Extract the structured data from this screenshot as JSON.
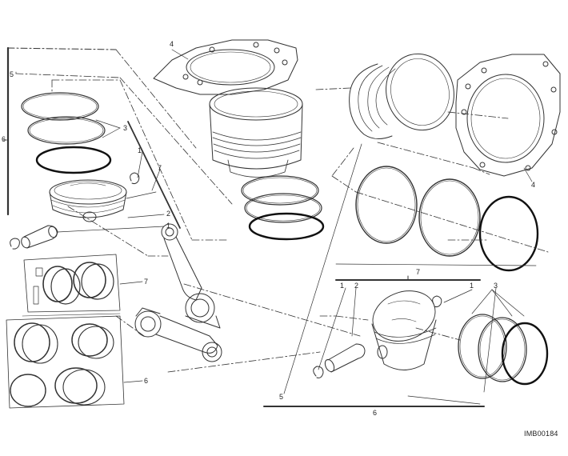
{
  "diagram": {
    "code": "IMB00184",
    "callouts": {
      "c1": "1",
      "c2": "2",
      "c3": "3",
      "c4": "4",
      "c5": "5",
      "c6": "6",
      "c7": "7"
    }
  },
  "colors": {
    "line": "#333333",
    "ring_dark": "#222222",
    "background": "#ffffff"
  }
}
